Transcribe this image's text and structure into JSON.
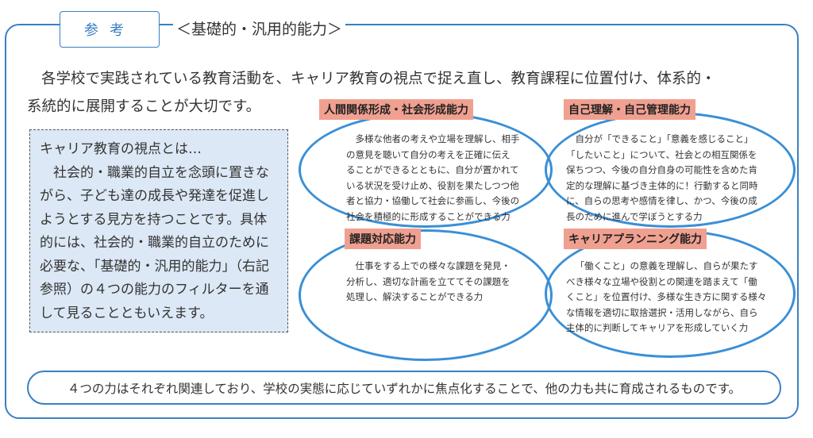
{
  "tab_label": "参考",
  "heading": "＜基礎的・汎用的能力＞",
  "intro": [
    "各学校で実践されている教育活動を、キャリア教育の視点で捉え直し、教育課程に位置付け、体系的・",
    "系統的に展開することが大切です。"
  ],
  "left_box": {
    "title": "キャリア教育の視点とは…",
    "body": "社会的・職業的自立を念頭に置きながら、子ども達の成長や発達を促進しようとする見方を持つことです。具体的には、社会的・職業的自立のために必要な、「基礎的・汎用的能力」（右記参照）の４つの能力のフィルターを通して見ることともいえます。"
  },
  "abilities": [
    {
      "label": "人間関係形成・社会形成能力",
      "lines": [
        "多様な他者の考えや立場を理解し、相手",
        "の意見を聴いて自分の考えを正確に伝え",
        "ることができるとともに、自分が置かれて",
        "いる状況を受け止め、役割を果たしつつ他",
        "者と協力・協働して社会に参画し、今後の",
        "社会を積極的に形成することができる力"
      ]
    },
    {
      "label": "自己理解・自己管理能力",
      "lines": [
        "自分が「できること」「意義を感じること」",
        "「したいこと」について、社会との相互関係を",
        "保ちつつ、今後の自分自身の可能性を含めた肯",
        "定的な理解に基づき主体的に！行動すると同時",
        "に、自らの思考や感情を律し、かつ、今後の成",
        "長のために進んで学ぼうとする力"
      ]
    },
    {
      "label": "課題対応能力",
      "lines": [
        "仕事をする上での様々な課題を発見・",
        "分析し、適切な計画を立ててその課題を",
        "処理し、解決することができる力"
      ]
    },
    {
      "label": "キャリアプランニング能力",
      "lines": [
        "「働くこと」の意義を理解し、自らが果たす",
        "べき様々な立場や役割との関連を踏まえて「働",
        "くこと」を位置付け、多様な生き方に関する様々",
        "な情報を適切に取捨選択・活用しながら、自ら",
        "主体的に判断してキャリアを形成していく力"
      ]
    }
  ],
  "footer": "４つの力はそれぞれ関連しており、学校の実態に応じていずれかに焦点化することで、他の力も共に育成されるものです。"
}
